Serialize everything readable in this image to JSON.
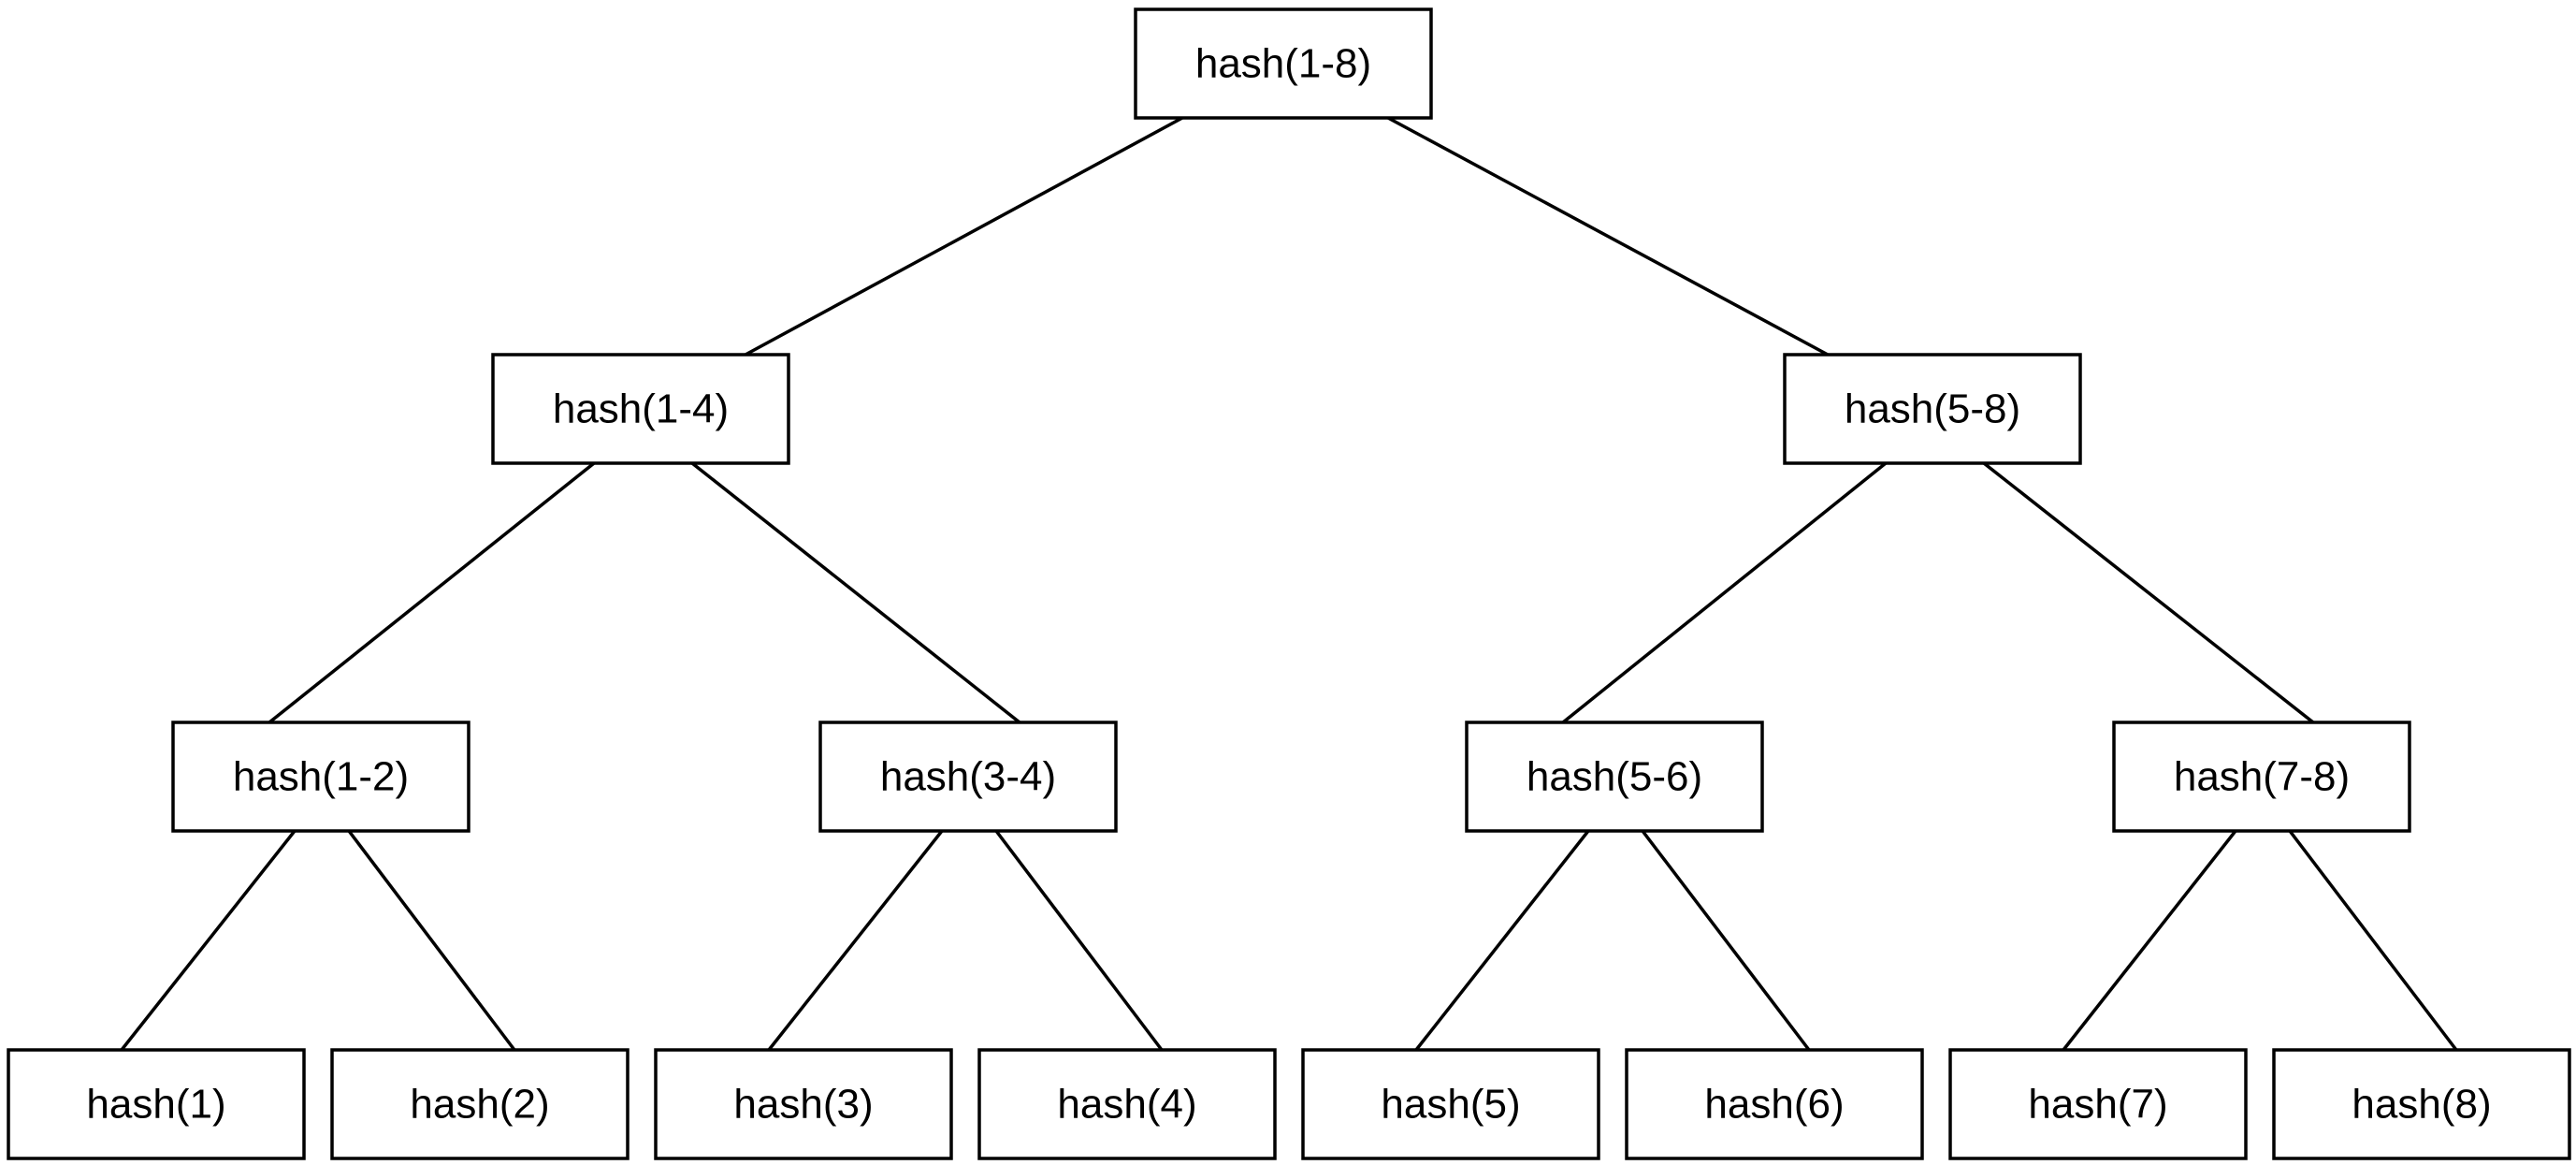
{
  "diagram": {
    "type": "binary-tree",
    "root": {
      "label": "hash(1-8)",
      "children": [
        {
          "label": "hash(1-4)",
          "children": [
            {
              "label": "hash(1-2)",
              "children": [
                {
                  "label": "hash(1)"
                },
                {
                  "label": "hash(2)"
                }
              ]
            },
            {
              "label": "hash(3-4)",
              "children": [
                {
                  "label": "hash(3)"
                },
                {
                  "label": "hash(4)"
                }
              ]
            }
          ]
        },
        {
          "label": "hash(5-8)",
          "children": [
            {
              "label": "hash(5-6)",
              "children": [
                {
                  "label": "hash(5)"
                },
                {
                  "label": "hash(6)"
                }
              ]
            },
            {
              "label": "hash(7-8)",
              "children": [
                {
                  "label": "hash(7)"
                },
                {
                  "label": "hash(8)"
                }
              ]
            }
          ]
        }
      ]
    }
  }
}
